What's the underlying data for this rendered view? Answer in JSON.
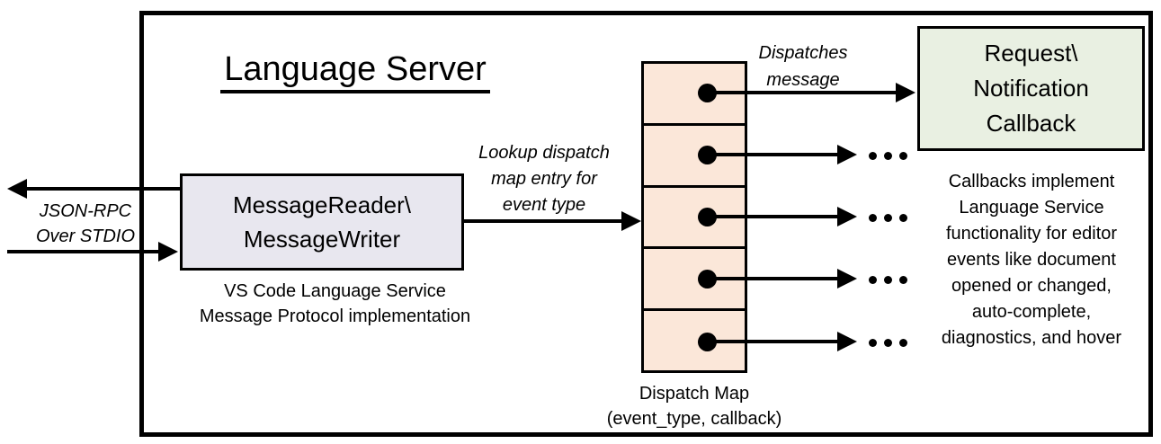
{
  "title": "Language Server",
  "colors": {
    "reader_box_bg": "#e8e7ef",
    "dispatch_cell_bg": "#fbe7d9",
    "callback_box_bg": "#e9f0e2",
    "line_color": "#000000",
    "background": "#ffffff"
  },
  "stdio": {
    "label": "JSON-RPC\nOver STDIO"
  },
  "reader": {
    "title": "MessageReader\\\nMessageWriter",
    "caption": "VS Code Language Service\nMessage Protocol implementation"
  },
  "lookup_arrow_label": "Lookup dispatch\nmap entry for\nevent type",
  "dispatches_arrow_label": "Dispatches\nmessage",
  "dispatch_map": {
    "rows": 5,
    "label": "Dispatch Map\n(event_type, callback)"
  },
  "callback_box": {
    "title": "Request\\\nNotification\nCallback"
  },
  "callbacks_note": "Callbacks implement\nLanguage Service\nfunctionality for editor\nevents like document\nopened or changed,\nauto-complete,\ndiagnostics, and hover"
}
